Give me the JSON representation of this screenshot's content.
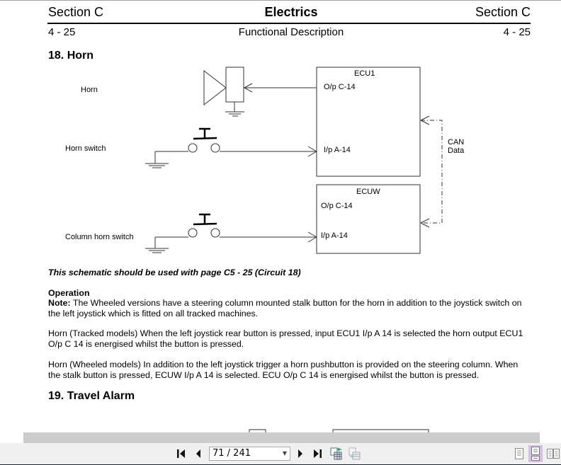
{
  "document": {
    "header": {
      "left": "Section C",
      "center": "Electrics",
      "right": "Section C"
    },
    "subheader": {
      "left": "4 - 25",
      "center": "Functional Description",
      "right": "4 - 25"
    },
    "section18": {
      "title": "18. Horn",
      "diagram": {
        "labels": {
          "horn": "Horn",
          "horn_switch": "Horn switch",
          "column_horn_switch": "Column horn switch",
          "can_data_line1": "CAN",
          "can_data_line2": "Data"
        },
        "ecu1": {
          "title": "ECU1",
          "output": "O/p C-14",
          "input": "I/p A-14"
        },
        "ecuw": {
          "title": "ECUW",
          "output": "O/p C-14",
          "input": "I/p A-14"
        }
      },
      "schematic_note": "This schematic should be used with page C5 - 25 (Circuit 18)",
      "operation_heading": "Operation",
      "note_label": "Note:",
      "note_text": " The Wheeled versions have a steering column mounted stalk button for the horn in addition to the joystick switch on the left joystick which is fitted on all tracked machines.",
      "tracked_text": "Horn  (Tracked models)  When the left joystick rear button is pressed, input ECU1 I/p A 14 is selected the horn output  ECU1 O/p C 14 is energised whilst the button is pressed.",
      "wheeled_text": "Horn (Wheeled models) In addition to the left joystick trigger a horn pushbutton is provided on the steering column. When the stalk button is pressed, ECUW I/p A 14 is selected.  ECU O/p C 14 is energised whilst the button is pressed."
    },
    "section19": {
      "title": "19. Travel Alarm"
    }
  },
  "toolbar": {
    "first_page_icon": "first-page-icon",
    "prev_page_icon": "previous-page-icon",
    "page_indicator": "71 / 241",
    "next_page_icon": "next-page-icon",
    "last_page_icon": "last-page-icon",
    "view_modes": [
      "single-page",
      "continuous",
      "facing"
    ],
    "active_view_mode": "continuous",
    "accent_color": "#d8bfe6"
  }
}
